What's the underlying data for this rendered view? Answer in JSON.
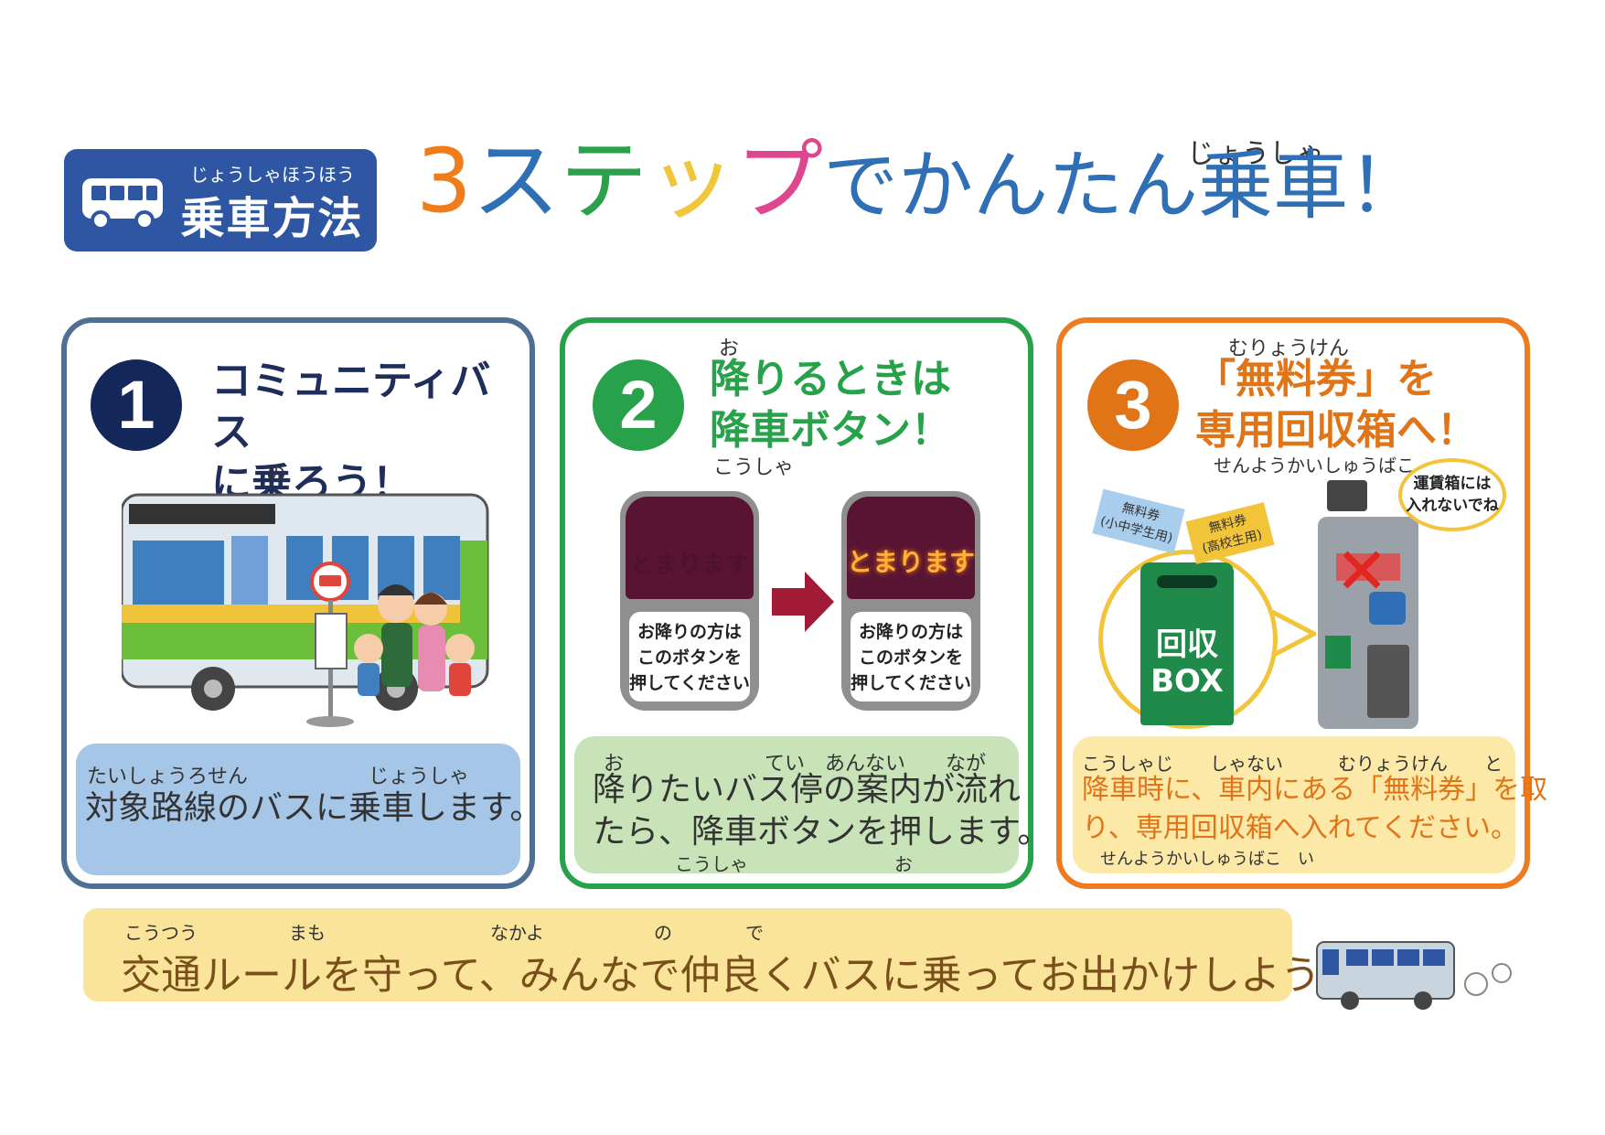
{
  "header": {
    "badge_ruby": "じょうしゃほうほう",
    "badge_title": "乗車方法",
    "headline_chars": [
      "3",
      "ス",
      "テ",
      "ッ",
      "プ"
    ],
    "headline_rest": "でかんたん乗車！",
    "headline_ruby": "じょうしゃ"
  },
  "steps": [
    {
      "number": "1",
      "title_line1": "コミュニティバス",
      "title_line2": "に乗ろう！",
      "title_ruby_bottom": "の",
      "desc_ruby": "たいしょうろせん　　　　　　じょうしゃ",
      "desc_line1": "対象路線のバスに乗車します。"
    },
    {
      "number": "2",
      "title_ruby_top": "お",
      "title_line1": "降りるときは",
      "title_line2": "降車ボタン！",
      "title_ruby_bottom": "こうしゃ",
      "button_off_lit": "とまります",
      "button_on_lit": "とまります",
      "button_panel_line1": "お降りの方は",
      "button_panel_line2": "このボタンを",
      "button_panel_line3": "押してください",
      "desc_ruby_top": "お　　　　　　　てい　あんない　　なが",
      "desc_line1": "降りたいバス停の案内が流れ",
      "desc_line2": "たら、降車ボタンを押します。",
      "desc_ruby_bottom": "こうしゃ　　　　　　　　お"
    },
    {
      "number": "3",
      "title_ruby_top": "むりょうけん",
      "title_line1": "「無料券」を",
      "title_line2": "専用回収箱へ！",
      "title_ruby_bottom": "せんようかいしゅうばこ",
      "ticket_blue_line1": "無料券",
      "ticket_blue_line2": "(小中学生用)",
      "ticket_yellow_line1": "無料券",
      "ticket_yellow_line2": "(高校生用)",
      "box_label_line1": "回収",
      "box_label_line2": "BOX",
      "bubble_line1": "運賃箱には",
      "bubble_line2": "入れないでね",
      "desc_ruby_top": "こうしゃじ　　しゃない　　　むりょうけん　　と",
      "desc_line1": "降車時に、車内にある「無料券」を取",
      "desc_line2": "り、専用回収箱へ入れてください。",
      "desc_ruby_bottom": "せんようかいしゅうばこ　い"
    }
  ],
  "footer": {
    "ruby": "こうつう　　　　　まも　　　　　　　　　なかよ　　　　　　の　　　　で",
    "text": "交通ルールを守って、みんなで仲良くバスに乗ってお出かけしよう！"
  },
  "colors": {
    "navy": "#2e56a2",
    "step1": "#4f6f95",
    "step2": "#27a24a",
    "step3": "#ee7b1f"
  }
}
